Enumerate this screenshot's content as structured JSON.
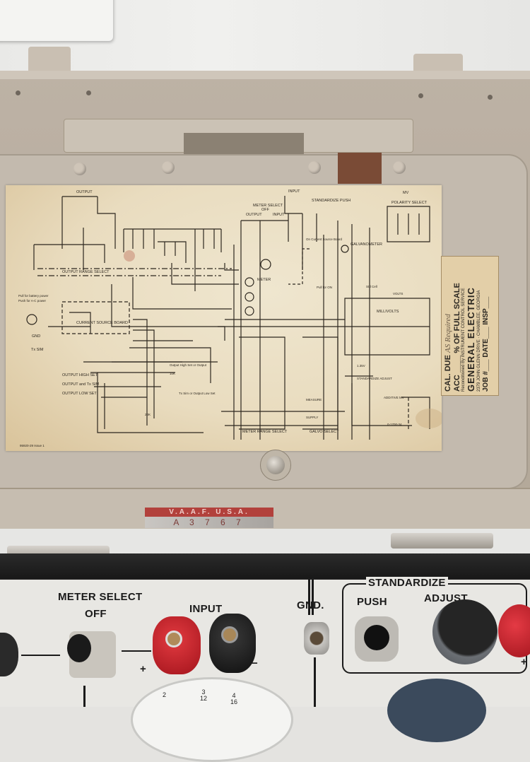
{
  "schematic": {
    "labels": {
      "output": "OUTPUT",
      "input": "INPUT",
      "meter_select": "METER SELECT",
      "meter_off": "OFF",
      "meter_output": "OUTPUT",
      "meter_input": "INPUT",
      "standardize_push": "STANDARDIZE PUSH",
      "mv": "MV",
      "polarity_select": "POLARITY SELECT",
      "output_range_select": "OUTPUT RANGE SELECT",
      "galvanometer": "GALVANOMETER",
      "on_current_source_board": "On Current Source Board",
      "meter": "METER",
      "battery_note_1": "Pull for battery power",
      "battery_note_2": "Push for A-C power",
      "current_source_board": "CURRENT SOURCE BOARD",
      "tx_sim": "Tx SIM",
      "pull_for_on": "Pull for ON",
      "std_cell": "Std Cell",
      "millivolts": "MILLIVOLTS",
      "volts": "VOLTS",
      "output_high_set": "OUTPUT HIGH SET",
      "output_and_tx_sim": "OUTPUT and Tx SIM",
      "output_low_set": "OUTPUT LOW SET",
      "output_high_set_or_output": "Output High Set or Output",
      "tx_sim_or_output_low_set": "Tx Sim or Output Low Set",
      "meter_range_select": "METER RANGE SELECT",
      "galvo_select": "GALVO SELECT",
      "measure": "MEASURE",
      "supply": "SUPPLY",
      "standardize_adjust": "STANDARDIZE ADJUST",
      "additive_mv": "ADDITIVE MV",
      "drawing_no_left": "95920-29 Issue 1",
      "drawing_no_right": "0-1700-34",
      "gnd": "GND",
      "v135": "1.35V",
      "r_10k": "10K",
      "r_20k": "20K"
    }
  },
  "calibration_label": {
    "cal_due": "CAL. DUE",
    "cal_due_value": "AS Required",
    "acc": "ACC",
    "acc_suffix": "% OF FULL SCALE",
    "reconditioned_by": "Reconditioned By INSTRUMENT CONTROL SERVICE",
    "brand": "GENERAL ELECTRIC",
    "city": "CHAMBLEE, GEORGIA",
    "address": "2379 JOHN GLENN DRIVE",
    "job": "JOB #",
    "date": "DATE",
    "insp": "INSP"
  },
  "property_tag": {
    "top": "V.A.A.F. U.S.A.",
    "number": "A 3 7 6 7"
  },
  "front_panel": {
    "meter_select": "METER SELECT",
    "off": "OFF",
    "input": "INPUT",
    "plus": "+",
    "minus": "−",
    "gnd": "GND.",
    "standardize": "STANDARDIZE",
    "push": "PUSH",
    "adjust": "ADJUST",
    "scale_ticks": [
      "2",
      "3",
      "12",
      "4",
      "16"
    ]
  },
  "colors": {
    "paper": "#ede2c8",
    "case": "#b9aea2",
    "panel": "#e8e7e3",
    "binding_post_red": "#c8202a",
    "binding_post_black": "#1c1c1c"
  }
}
